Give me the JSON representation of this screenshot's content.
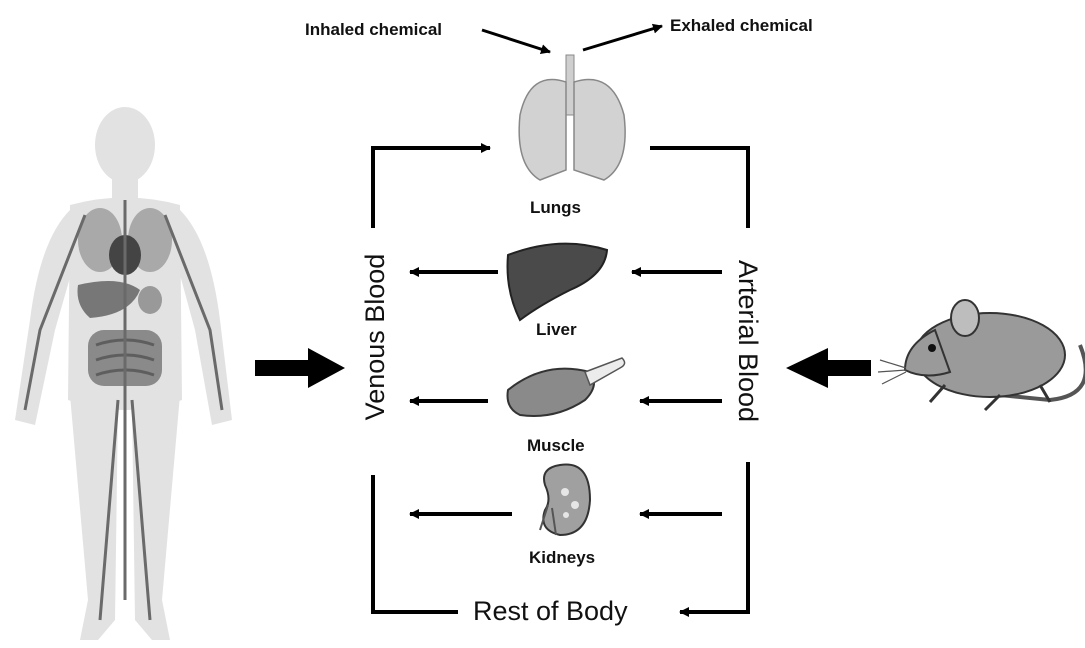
{
  "top": {
    "inhaled": "Inhaled chemical",
    "exhaled": "Exhaled chemical"
  },
  "organs": [
    {
      "id": "lungs",
      "label": "Lungs"
    },
    {
      "id": "liver",
      "label": "Liver"
    },
    {
      "id": "muscle",
      "label": "Muscle"
    },
    {
      "id": "kidneys",
      "label": "Kidneys"
    }
  ],
  "venous_label": "Venous Blood",
  "arterial_label": "Arterial Blood",
  "rest_of_body_label": "Rest of Body",
  "icons": [
    "human-body-icon",
    "rat-icon",
    "lungs-icon",
    "liver-icon",
    "muscle-icon",
    "kidney-icon"
  ],
  "colors": {
    "line": "#000000",
    "organ_gray": "#9a9a9a",
    "liver_dark": "#4a4a4a",
    "body_light": "#e4e4e4"
  }
}
